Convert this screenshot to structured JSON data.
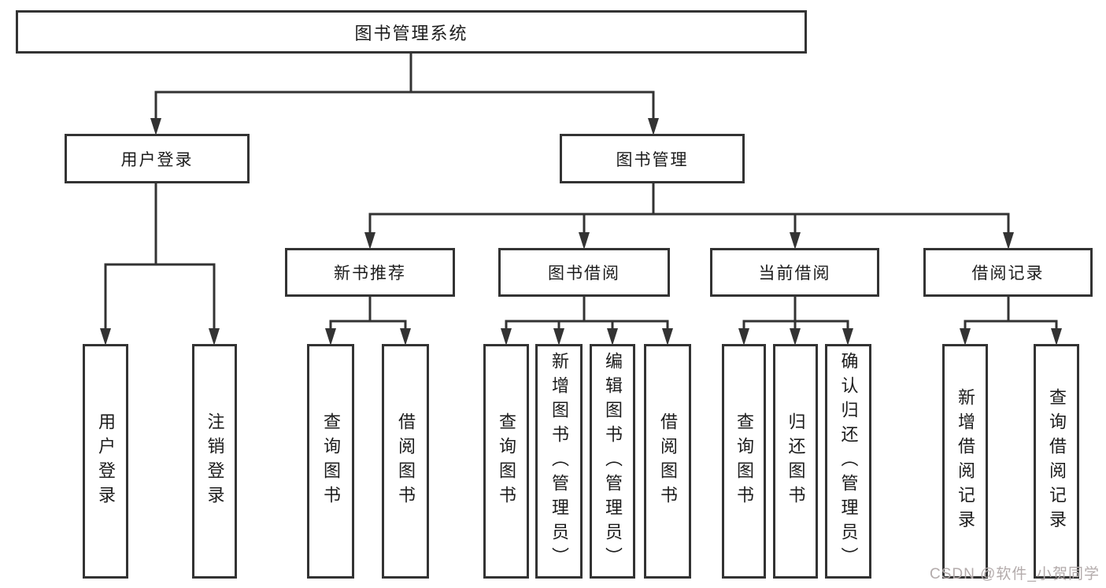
{
  "diagram": {
    "title": "图书管理系统",
    "root": {
      "label": "图书管理系统"
    },
    "level1": [
      {
        "label": "用户登录"
      },
      {
        "label": "图书管理"
      }
    ],
    "level2": [
      {
        "label": "新书推荐"
      },
      {
        "label": "图书借阅"
      },
      {
        "label": "当前借阅"
      },
      {
        "label": "借阅记录"
      }
    ],
    "leaves": {
      "user_login": [
        {
          "label": "用户登录"
        },
        {
          "label": "注销登录"
        }
      ],
      "new_book_recommendation": [
        {
          "label": "查询图书"
        },
        {
          "label": "借阅图书"
        }
      ],
      "book_borrowing": [
        {
          "label": "查询图书"
        },
        {
          "label": "新增图书（管理员）"
        },
        {
          "label": "编辑图书（管理员）"
        },
        {
          "label": "借阅图书"
        }
      ],
      "current_borrowing": [
        {
          "label": "查询图书"
        },
        {
          "label": "归还图书"
        },
        {
          "label": "确认归还（管理员）"
        }
      ],
      "borrowing_records": [
        {
          "label": "新增借阅记录"
        },
        {
          "label": "查询借阅记录"
        }
      ]
    }
  },
  "watermark": {
    "text": "CSDN @软件_小贺同学"
  },
  "colors": {
    "background": "#ffffff",
    "line": "#333333",
    "box_border": "#333333",
    "box_fill": "#ffffff",
    "text": "#1c1c1c",
    "watermark_text": "#b3abab"
  }
}
